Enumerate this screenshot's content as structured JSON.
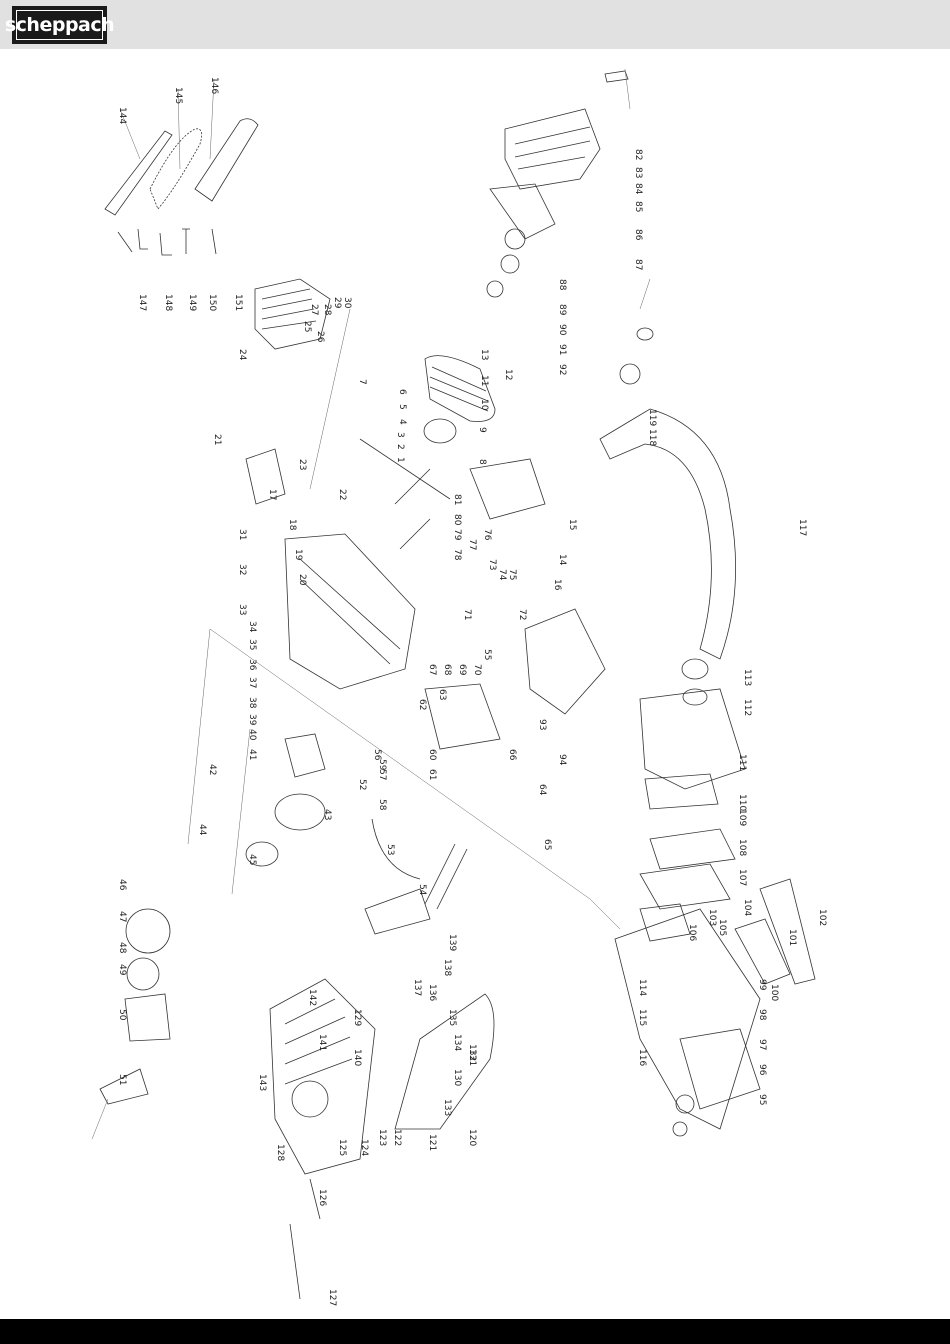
{
  "brand": {
    "logo_text": "scheppach",
    "colors": {
      "header_bg": "#e1e1e1",
      "logo_bg": "#1a1a1a",
      "footer_bg": "#000000"
    }
  },
  "diagram": {
    "part_numbers": [
      "144",
      "145",
      "146",
      "147",
      "148",
      "149",
      "150",
      "151",
      "24",
      "27",
      "28",
      "29",
      "30",
      "25",
      "26",
      "21",
      "23",
      "22",
      "17",
      "18",
      "19",
      "20",
      "7",
      "6",
      "5",
      "4",
      "3",
      "2",
      "1",
      "8",
      "9",
      "10",
      "11",
      "12",
      "13",
      "14",
      "15",
      "16",
      "31",
      "32",
      "33",
      "34",
      "35",
      "36",
      "37",
      "38",
      "39",
      "40",
      "41",
      "42",
      "43",
      "44",
      "45",
      "46",
      "47",
      "48",
      "49",
      "50",
      "51",
      "52",
      "53",
      "54",
      "55",
      "56",
      "57",
      "58",
      "59",
      "60",
      "61",
      "62",
      "63",
      "64",
      "65",
      "66",
      "67",
      "68",
      "69",
      "70",
      "71",
      "72",
      "73",
      "74",
      "75",
      "76",
      "77",
      "78",
      "79",
      "80",
      "81",
      "82",
      "83",
      "84",
      "85",
      "86",
      "87",
      "88",
      "89",
      "90",
      "91",
      "92",
      "93",
      "94",
      "95",
      "96",
      "97",
      "98",
      "99",
      "100",
      "101",
      "102",
      "103",
      "104",
      "105",
      "106",
      "107",
      "108",
      "109",
      "110",
      "111",
      "112",
      "113",
      "114",
      "115",
      "116",
      "117",
      "118",
      "119",
      "120",
      "121",
      "122",
      "123",
      "124",
      "125",
      "126",
      "127",
      "128",
      "129",
      "130",
      "131",
      "132",
      "133",
      "134",
      "135",
      "136",
      "137",
      "138",
      "139",
      "140",
      "141",
      "142",
      "143"
    ]
  }
}
